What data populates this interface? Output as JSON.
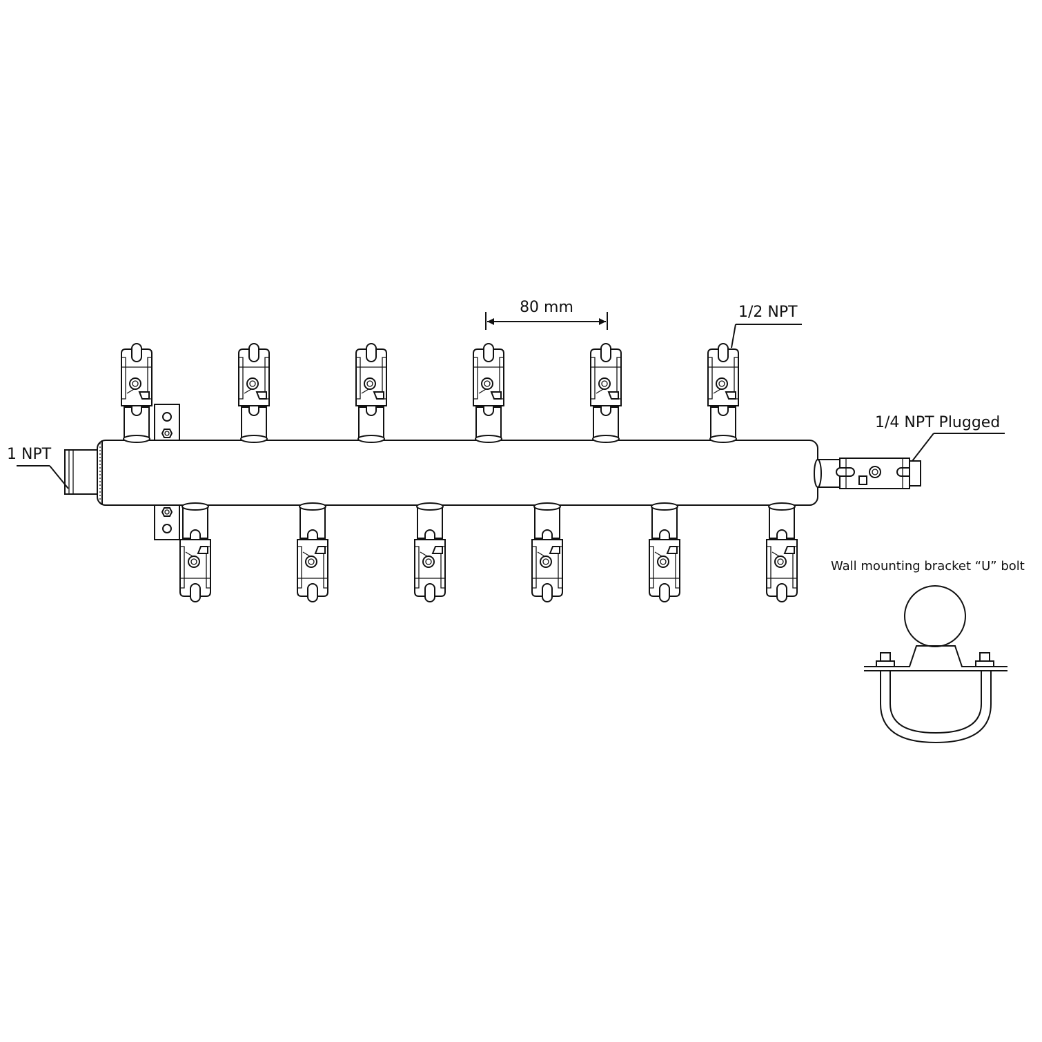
{
  "labels": {
    "dimension": "80 mm",
    "outlet_thread": "1/2 NPT",
    "end_plug": "1/4 NPT Plugged",
    "inlet_thread": "1 NPT",
    "bracket_title": "Wall mounting bracket “U” bolt"
  },
  "manifold": {
    "top_outlet_count": 6,
    "bottom_outlet_count": 6
  },
  "colors": {
    "line": "#111111",
    "background": "#ffffff"
  }
}
